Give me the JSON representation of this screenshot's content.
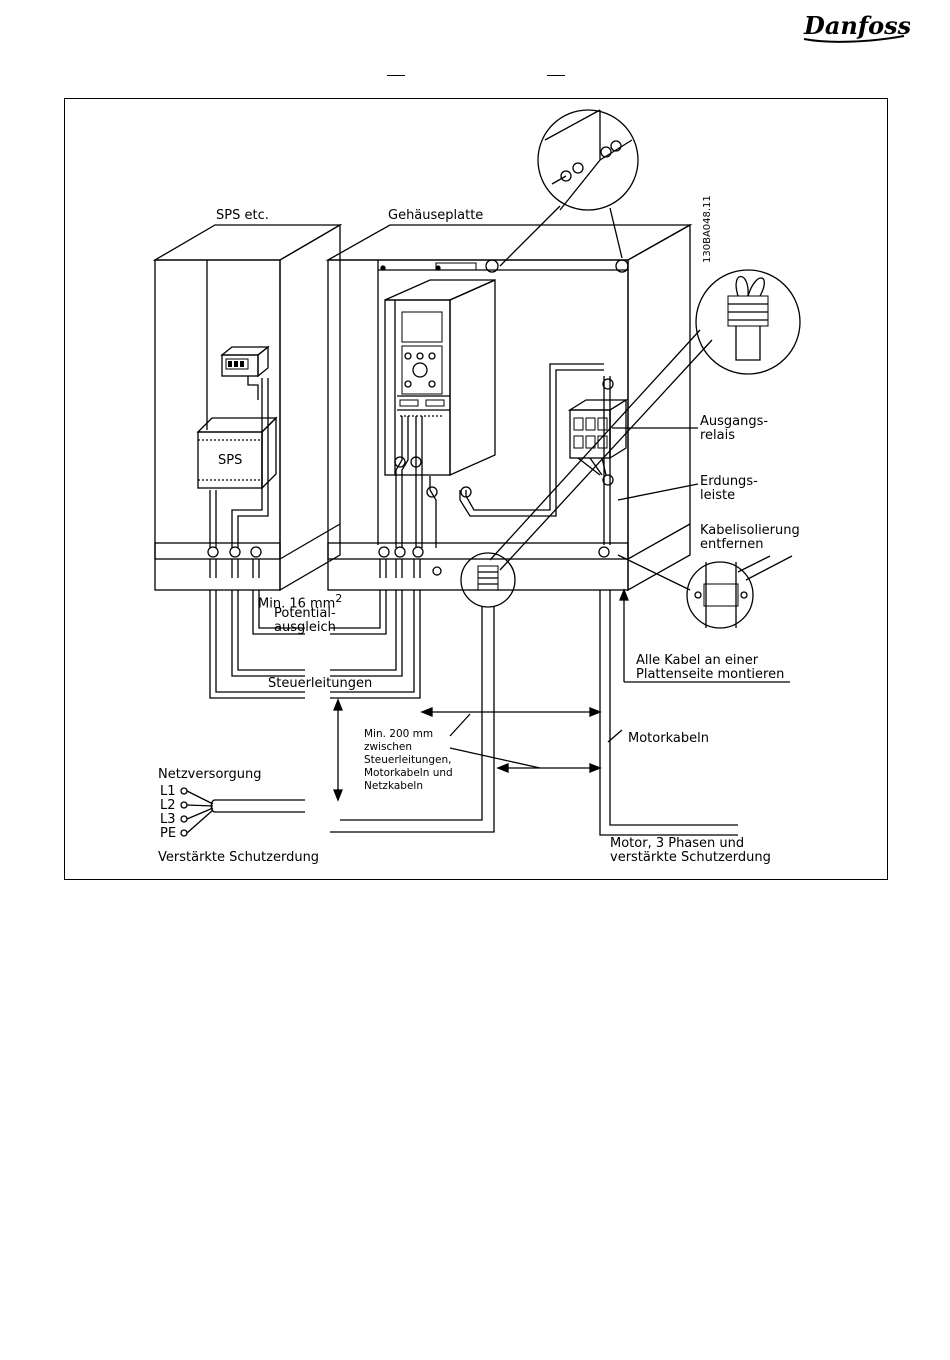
{
  "brand": {
    "name": "Danfoss"
  },
  "diagram": {
    "reference_code": "130BA048.11",
    "labels": {
      "sps_etc": "SPS etc.",
      "gehaeuseplatte": "Gehäuseplatte",
      "sps": "SPS",
      "min16_line1": "Min. 16 mm",
      "min16_sup": "2",
      "potential_line1": "Potential-",
      "potential_line2": "ausgleich",
      "steuerleitungen": "Steuerleitungen",
      "min200_line1": "Min. 200 mm",
      "min200_line2": "zwischen",
      "min200_line3": "Steuerleitungen,",
      "min200_line4": "Motorkabeln und",
      "min200_line5": "Netzkabeln",
      "netzversorgung": "Netzversorgung",
      "l1": "L1",
      "l2": "L2",
      "l3": "L3",
      "pe": "PE",
      "verstaerkte": "Verstärkte Schutzerdung",
      "ausgangs_line1": "Ausgangs-",
      "ausgangs_line2": "relais",
      "erdungs_line1": "Erdungs-",
      "erdungs_line2": "leiste",
      "kabeliso_line1": "Kabelisolierung",
      "kabeliso_line2": "entfernen",
      "allekabel_line1": "Alle Kabel an einer",
      "allekabel_line2": "Plattenseite montieren",
      "motorkabeln": "Motorkabeln",
      "motor_line1": "Motor, 3 Phasen und",
      "motor_line2": "verstärkte Schutzerdung"
    }
  }
}
